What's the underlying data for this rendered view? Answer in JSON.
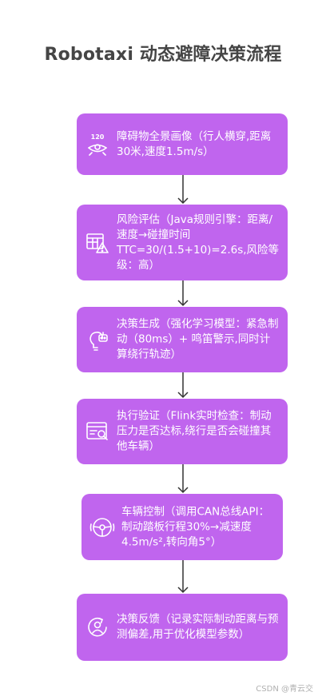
{
  "title": "Robotaxi 动态避障决策流程",
  "steps": [
    {
      "icon": "panorama-camera-icon",
      "text": "障碍物全景画像（行人横穿,距离30米,速度1.5m/s）"
    },
    {
      "icon": "risk-table-warning-icon",
      "text": "风险评估（Java规则引擎：距离/速度→碰撞时间TTC=30/(1.5+10)=2.6s,风险等级：高）"
    },
    {
      "icon": "ai-brain-bulb-icon",
      "text": "决策生成（强化学习模型：紧急制动（80ms）+ 鸣笛警示,同时计算绕行轨迹）"
    },
    {
      "icon": "browser-search-icon",
      "text": "执行验证（Flink实时检查：制动压力是否达标,绕行是否会碰撞其他车辆）"
    },
    {
      "icon": "steering-wheel-icon",
      "text": "车辆控制（调用CAN总线API：制动踏板行程30%→减速度4.5m/s²,转向角5°）"
    },
    {
      "icon": "user-feedback-cycle-icon",
      "text": "决策反馈（记录实际制动距离与预测偏差,用于优化模型参数）"
    }
  ],
  "panorama_label": "120",
  "watermark": "CSDN @青云交"
}
